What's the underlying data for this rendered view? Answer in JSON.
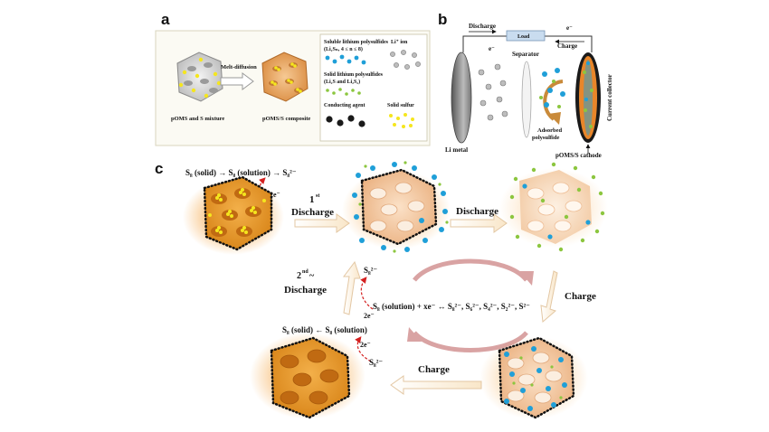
{
  "colors": {
    "soluble_polysulfide": "#1f9fd8",
    "solid_polysulfide": "#8cc63f",
    "conducting_agent": "#1a1a1a",
    "solid_sulfur": "#f5e61e",
    "li_ion": "#b0b0b0",
    "pomS_composite": "#e8a060",
    "arrow_red": "#d42020"
  },
  "panel_a": {
    "letter": "a",
    "mixture_label": "pOMS and S mixture",
    "process_label": "Melt-diffusion",
    "composite_label": "pOMS/S composite",
    "legend": {
      "soluble_title": "Soluble lithium polysulfides",
      "soluble_formula": "(Li₂Sₙ, 4 ≤ n ≤ 8)",
      "solid_title": "Solid lithium polysulfides",
      "solid_formula": "(Li₂S and Li₂S₂)",
      "conducting": "Conducting agent",
      "li_ion": "Li⁺ ion",
      "solid_sulfur": "Solid sulfur"
    }
  },
  "panel_b": {
    "letter": "b",
    "discharge": "Discharge",
    "load": "Load",
    "charge": "Charge",
    "electron_left": "e⁻",
    "electron_right": "e⁻",
    "separator": "Separator",
    "li_metal": "Li metal",
    "adsorbed_1": "Adsorbed",
    "adsorbed_2": "polysulfide",
    "cathode": "pOMS/S cathode",
    "collector": "Current collector"
  },
  "panel_c": {
    "letter": "c",
    "top_equation": "S₈ (solid) → S₈ (solution) → S₈²⁻",
    "two_e_top": "2e⁻",
    "first_sup": "1st",
    "first_label": "Discharge",
    "first_num": "1",
    "discharge_2": "Discharge",
    "second_num": "2",
    "second_sup": "nd",
    "second_tilde": "~",
    "second_label": "Discharge",
    "s8_2minus_a": "S₈²⁻",
    "two_e_mid": "2e⁻",
    "left_equation": "S₈ (solid) ← S₈ (solution)",
    "two_e_low": "2e⁻",
    "s8_2minus_b": "S₈²⁻",
    "center_equation": "S₈ (solution) + xe⁻ ↔ S₈²⁻, S₆²⁻, S₄²⁻, S₂²⁻, S²⁻",
    "charge_right": "Charge",
    "charge_bottom": "Charge"
  }
}
